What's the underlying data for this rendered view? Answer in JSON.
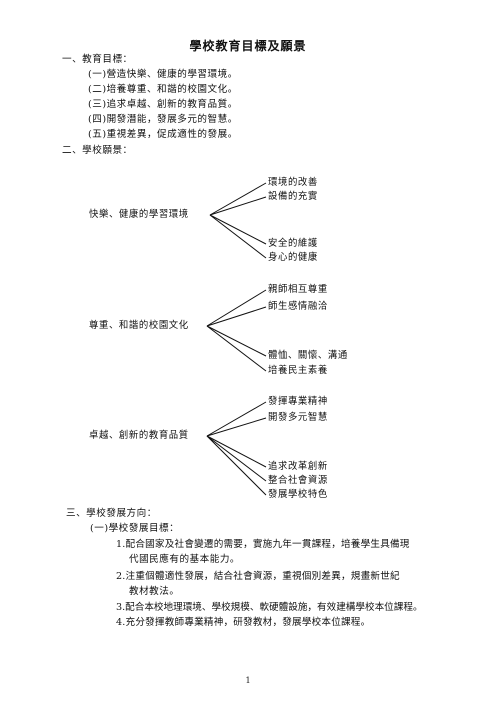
{
  "title": "學校教育目標及願景",
  "section1": {
    "heading": "一、教育目標：",
    "items": [
      "(一)營造快樂、健康的學習環境。",
      "(二)培養尊重、和諧的校園文化。",
      "(三)追求卓越、創新的教育品質。",
      "(四)開發潛能，發展多元的智慧。",
      "(五)重視差異，促成適性的發展。"
    ]
  },
  "section2": {
    "heading": "二、學校願景：",
    "groups": [
      {
        "label": "快樂、健康的學習環境",
        "leaves": [
          "環境的改善",
          "設備的充實",
          "安全的維護",
          "身心的健康"
        ]
      },
      {
        "label": "尊重、和諧的校園文化",
        "leaves": [
          "親師相互尊重",
          "師生感情融洽",
          "體恤、關懷、溝通",
          "培養民主素養"
        ]
      },
      {
        "label": "卓越、創新的教育品質",
        "leaves": [
          "發揮專業精神",
          "開發多元智慧",
          "追求改革創新",
          "整合社會資源",
          "發展學校特色"
        ]
      }
    ]
  },
  "section3": {
    "heading": "三、學校發展方向：",
    "subheading": "(一)學校發展目標：",
    "items": [
      {
        "line1": "1.配合國家及社會變遷的需要，實施九年一貫課程，培養學生具備現",
        "line2": "代國民應有的基本能力。"
      },
      {
        "line1": "2.注重個體適性發展，結合社會資源，重視個別差異，規畫新世紀",
        "line2": "教材教法。"
      },
      {
        "line1": "3.配合本校地理環境、學校規模、軟硬體設施，有效建構學校本位課程。",
        "line2": ""
      },
      {
        "line1": "4.充分發揮教師專業精神，研發教材，發展學校本位課程。",
        "line2": ""
      }
    ]
  },
  "page_number": "1"
}
